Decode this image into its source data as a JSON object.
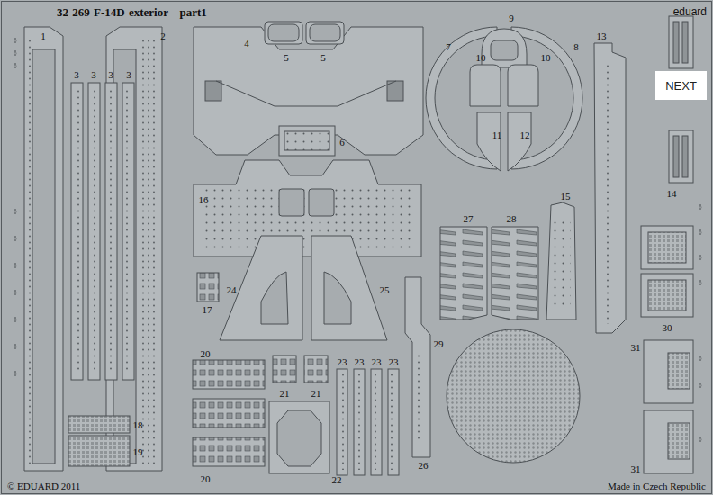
{
  "diagram": {
    "title": "32 269 F-14D exterior   part1",
    "nodes": [
      {
        "text": [
          "NEXT"
        ]
      }
    ],
    "labels": [
      "eduard",
      "1",
      "2",
      "3",
      "3",
      "3",
      "3",
      "4",
      "5",
      "5",
      "6",
      "7",
      "8",
      "9",
      "10",
      "10",
      "11",
      "12",
      "13",
      "14",
      "14",
      "15",
      "16",
      "17",
      "18",
      "19",
      "20",
      "20",
      "21",
      "21",
      "22",
      "23",
      "23",
      "23",
      "23",
      "24",
      "25",
      "26",
      "27",
      "28",
      "29",
      "30",
      "31",
      "31",
      "© EDUARD 2011",
      "Made in Czech Republic"
    ]
  }
}
